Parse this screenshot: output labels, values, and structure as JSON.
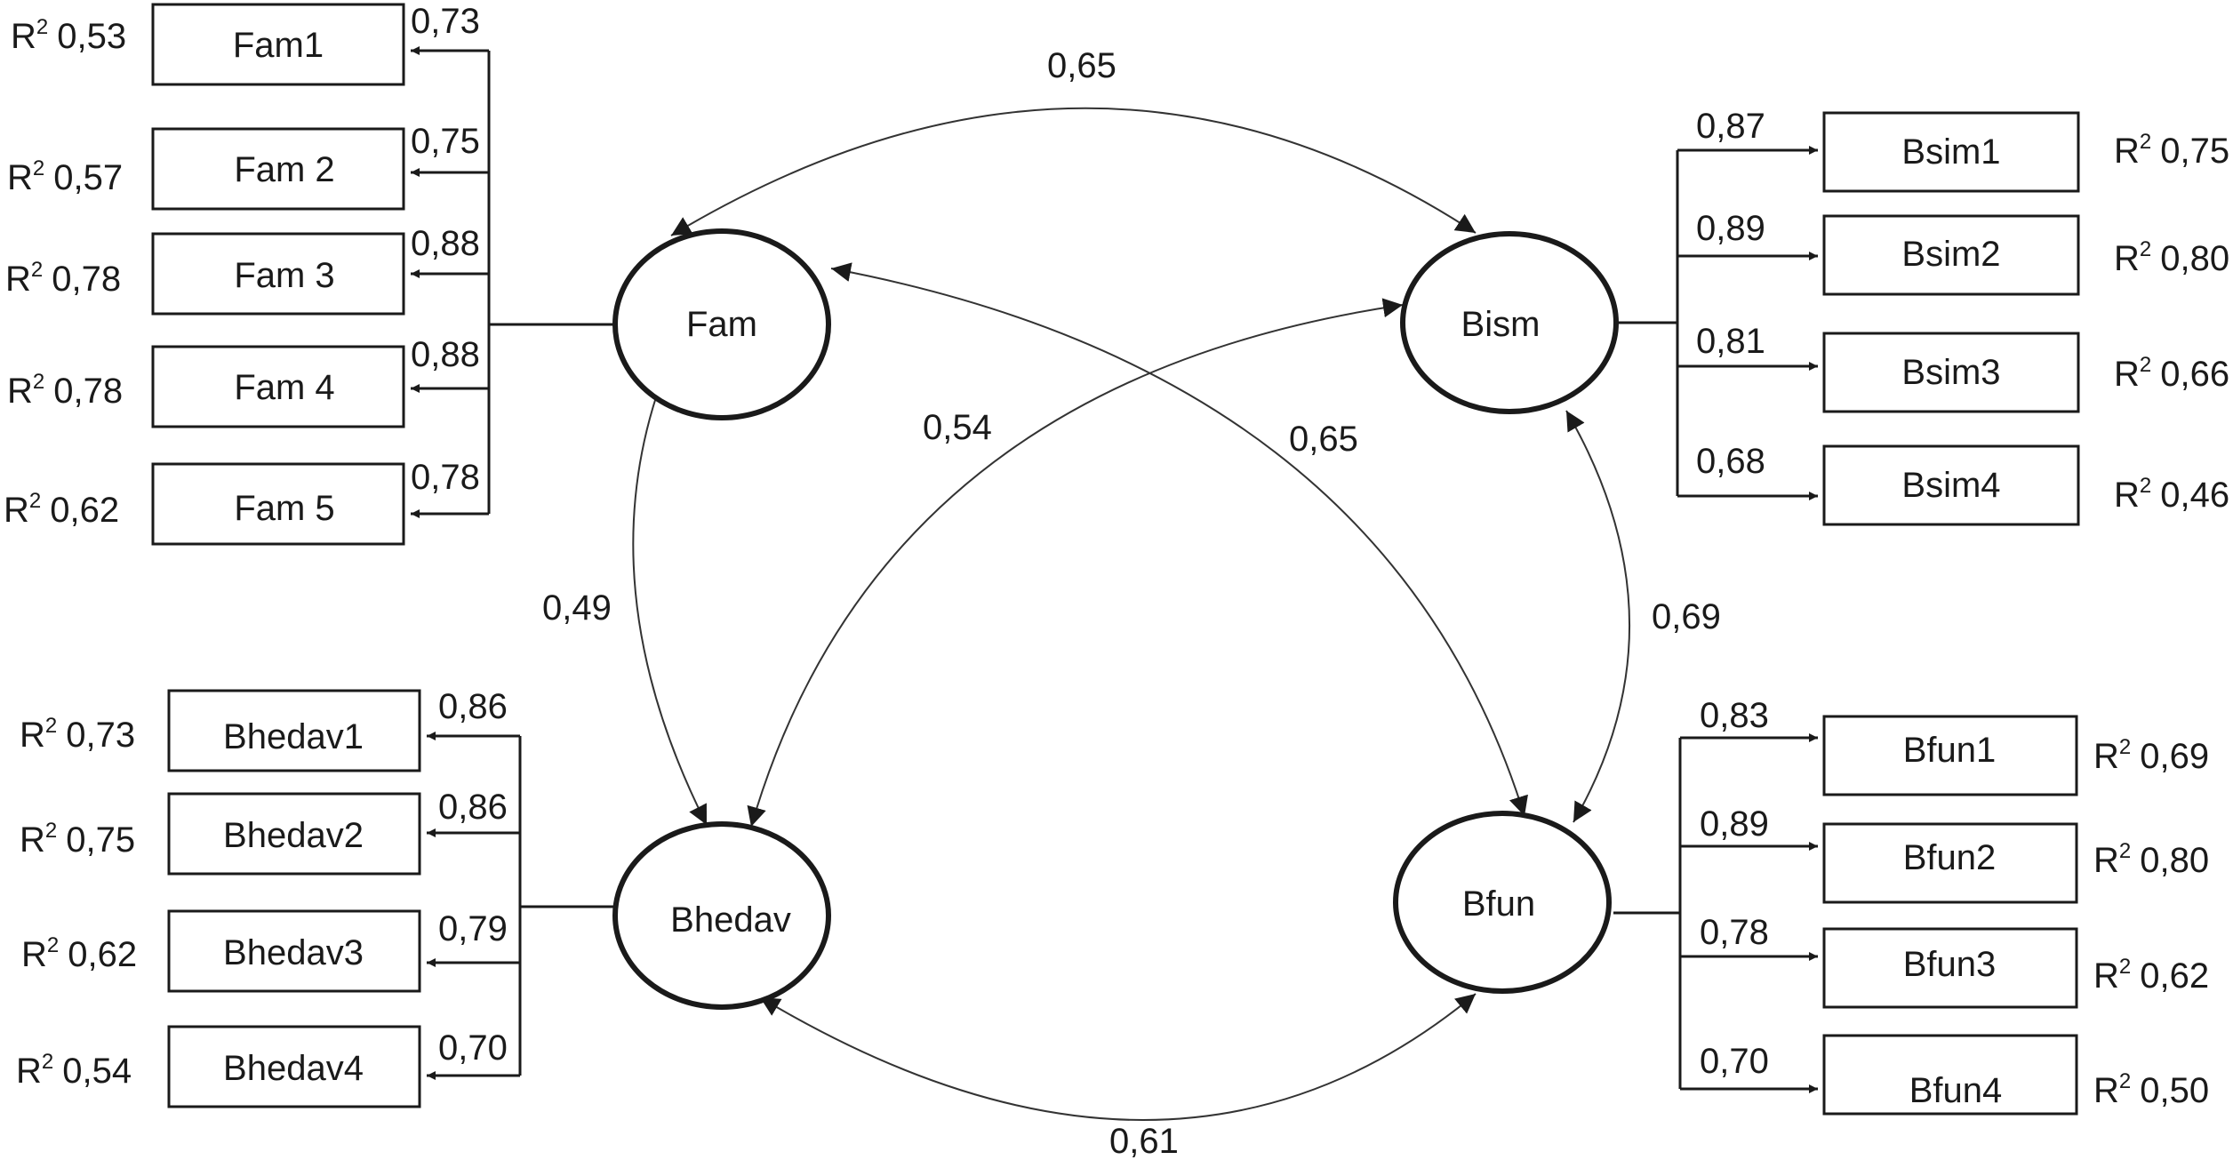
{
  "latents": [
    {
      "id": "Fam",
      "label": "Fam"
    },
    {
      "id": "Bism",
      "label": "Bism"
    },
    {
      "id": "Bhedav",
      "label": "Bhedav"
    },
    {
      "id": "Bfun",
      "label": "Bfun"
    }
  ],
  "indicators": {
    "Fam": [
      {
        "label": "Fam1",
        "loading": "0,73",
        "r2": "0,53"
      },
      {
        "label": "Fam 2",
        "loading": "0,75",
        "r2": "0,57"
      },
      {
        "label": "Fam 3",
        "loading": "0,88",
        "r2": "0,78"
      },
      {
        "label": "Fam 4",
        "loading": "0,88",
        "r2": "0,78"
      },
      {
        "label": "Fam 5",
        "loading": "0,78",
        "r2": "0,62"
      }
    ],
    "Bism": [
      {
        "label": "Bsim1",
        "loading": "0,87",
        "r2": "0,75"
      },
      {
        "label": "Bsim2",
        "loading": "0,89",
        "r2": "0,80"
      },
      {
        "label": "Bsim3",
        "loading": "0,81",
        "r2": "0,66"
      },
      {
        "label": "Bsim4",
        "loading": "0,68",
        "r2": "0,46"
      }
    ],
    "Bhedav": [
      {
        "label": "Bhedav1",
        "loading": "0,86",
        "r2": "0,73"
      },
      {
        "label": "Bhedav2",
        "loading": "0,86",
        "r2": "0,75"
      },
      {
        "label": "Bhedav3",
        "loading": "0,79",
        "r2": "0,62"
      },
      {
        "label": "Bhedav4",
        "loading": "0,70",
        "r2": "0,54"
      }
    ],
    "Bfun": [
      {
        "label": "Bfun1",
        "loading": "0,83",
        "r2": "0,69"
      },
      {
        "label": "Bfun2",
        "loading": "0,89",
        "r2": "0,80"
      },
      {
        "label": "Bfun3",
        "loading": "0,78",
        "r2": "0,62"
      },
      {
        "label": "Bfun4",
        "loading": "0,70",
        "r2": "0,50"
      }
    ]
  },
  "r2_prefix": "R",
  "r2_superscript": "2",
  "correlations": [
    {
      "from": "Fam",
      "to": "Bism",
      "value": "0,65"
    },
    {
      "from": "Fam",
      "to": "Bfun",
      "value": "0,65"
    },
    {
      "from": "Bism",
      "to": "Bhedav",
      "value": "0,54"
    },
    {
      "from": "Fam",
      "to": "Bhedav",
      "value": "0,49"
    },
    {
      "from": "Bism",
      "to": "Bfun",
      "value": "0,69"
    },
    {
      "from": "Bhedav",
      "to": "Bfun",
      "value": "0,61"
    }
  ]
}
